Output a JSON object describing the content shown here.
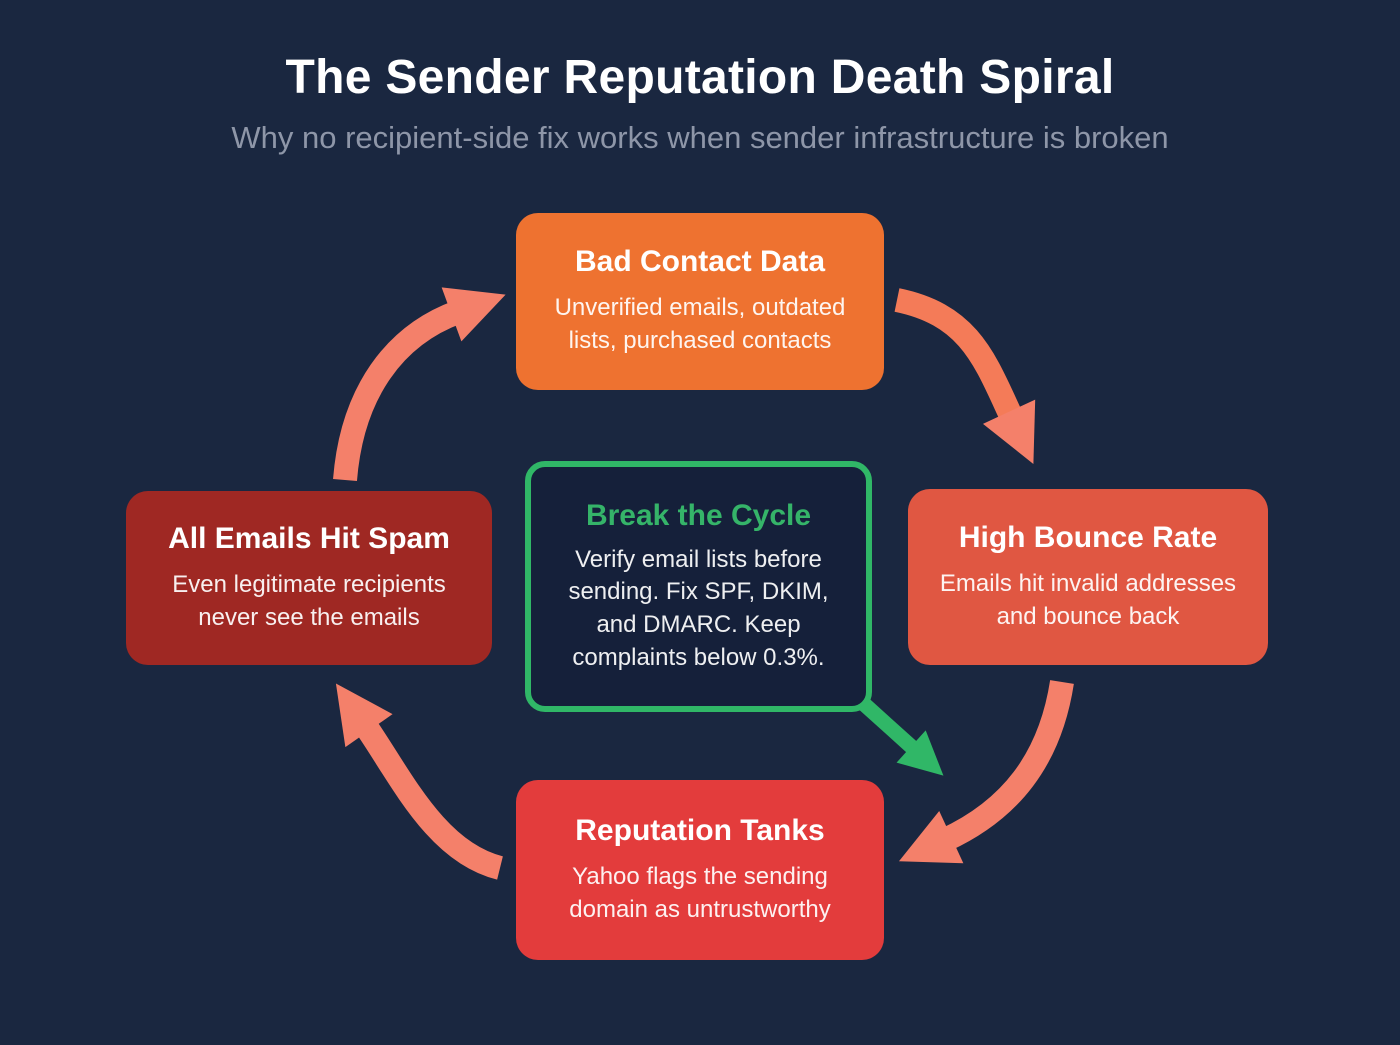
{
  "header": {
    "title": "The Sender Reputation Death Spiral",
    "subtitle": "Why no recipient-side fix works when sender infrastructure is broken"
  },
  "cycle_nodes": {
    "bad_contact_data": {
      "title": "Bad Contact Data",
      "body_lines": [
        "Unverified emails, outdated",
        "lists, purchased contacts"
      ],
      "color": "#EE7230"
    },
    "high_bounce_rate": {
      "title": "High Bounce Rate",
      "body_lines": [
        "Emails hit invalid addresses",
        "and bounce back"
      ],
      "color": "#E05742"
    },
    "reputation_tanks": {
      "title": "Reputation Tanks",
      "body_lines": [
        "Yahoo flags the sending",
        "domain as untrustworthy"
      ],
      "color": "#E33C3C"
    },
    "all_emails_hit_spam": {
      "title": "All Emails Hit Spam",
      "body_lines": [
        "Even legitimate recipients",
        "never see the emails"
      ],
      "color": "#9F2823"
    }
  },
  "center_node": {
    "title": "Break the Cycle",
    "body_lines": [
      "Verify email lists before",
      "sending. Fix SPF, DKIM,",
      "and DMARC. Keep",
      "complaints below 0.3%."
    ],
    "accent_color": "#30B767"
  },
  "colors": {
    "background": "#1A2740",
    "center_box_background": "#15203A",
    "salmon_arrow": "#F4806A",
    "green_arrow": "#30B767",
    "title_text": "#FFFFFF",
    "subtitle_text": "#8E96A8"
  }
}
